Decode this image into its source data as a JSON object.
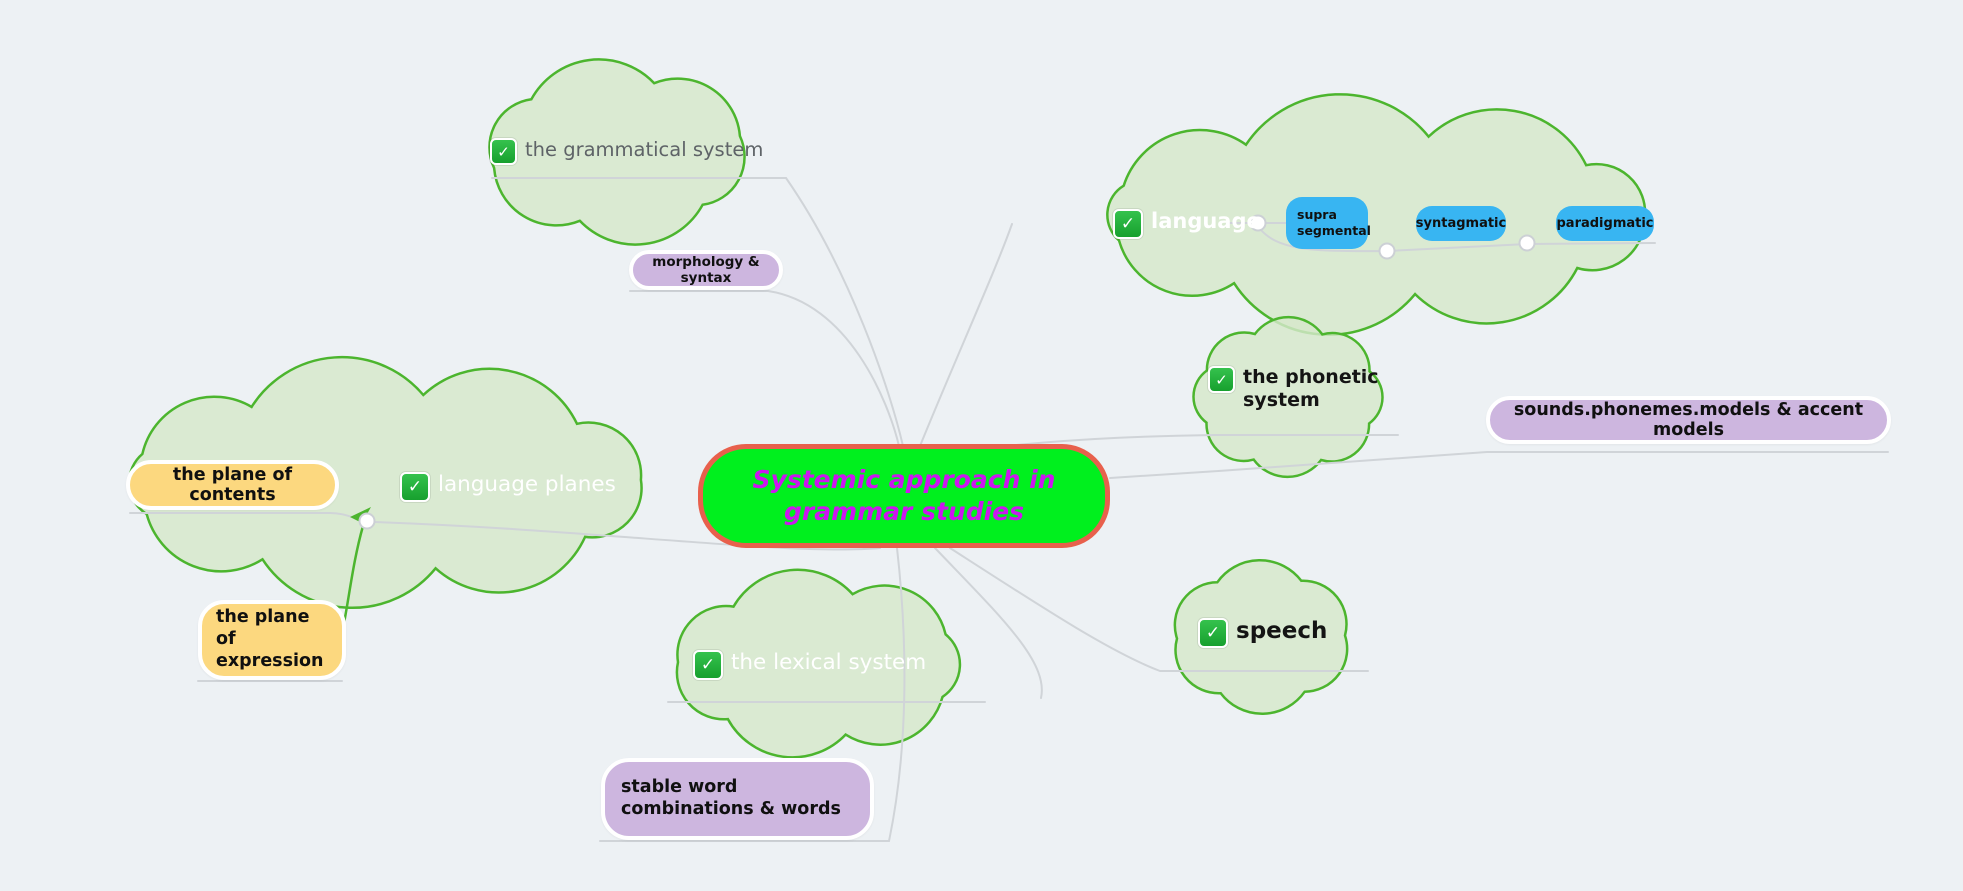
{
  "title": "Systemic approach in grammar studies",
  "icons": {
    "check": "✓"
  },
  "colors": {
    "background": "#edf1f4",
    "cloud_fill": "#d6e8cb",
    "cloud_border": "#4cb52e",
    "center_fill": "#00f01e",
    "center_border": "#e8604c",
    "center_text": "#cc16ef",
    "blue_pill": "#38b5f2",
    "purple_pill": "#cdb6df",
    "yellow_pill": "#fcd87f",
    "connector_gray": "#d0d4d8",
    "connector_green": "#4cb52e"
  },
  "topics": {
    "grammatical": {
      "label": "the grammatical system"
    },
    "language": {
      "label": "language"
    },
    "phonetic": {
      "label": "the phonetic system"
    },
    "planes": {
      "label": "language planes"
    },
    "lexical": {
      "label": "the lexical system"
    },
    "speech": {
      "label": "speech"
    }
  },
  "subtopics": {
    "morphology": {
      "label": "morphology & syntax"
    },
    "supra": {
      "label": "supra segmental"
    },
    "syntagmatic": {
      "label": "syntagmatic"
    },
    "paradigmatic": {
      "label": "paradigmatic"
    },
    "sounds": {
      "label": "sounds.phonemes.models & accent models"
    },
    "contents": {
      "label": "the plane of contents"
    },
    "expression": {
      "label": "the plane of expression"
    },
    "stable": {
      "label": "stable word combinations & words"
    }
  }
}
